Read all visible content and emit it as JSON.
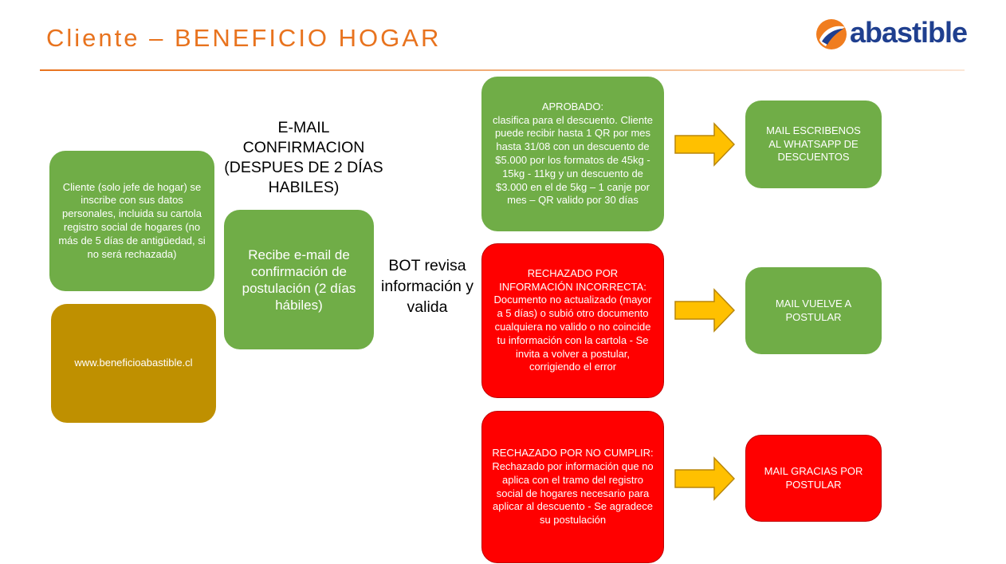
{
  "header": {
    "title": "Cliente – BENEFICIO HOGAR",
    "logo_text": "abastible",
    "accent_color": "#e8731e"
  },
  "boxes": {
    "client": "Cliente (solo jefe de hogar) se inscribe con sus datos personales, incluida su cartola registro social de hogares (no más de 5 días de antigüedad, si no será rechazada)",
    "website": "www.beneficioabastible.cl",
    "receives_email": "Recibe e-mail de confirmación de postulación (2 días hábiles)",
    "approved": "APROBADO:\nclasifica para el descuento. Cliente puede recibir hasta 1 QR por mes hasta 31/08 con un descuento de $5.000 por los formatos de 45kg - 15kg - 11kg y un descuento de $3.000 en el de 5kg – 1 canje por mes – QR valido por 30 días",
    "rejected_incorrect": "RECHAZADO POR INFORMACIÓN INCORRECTA:\nDocumento no actualizado (mayor a 5 días) o subió otro documento cualquiera no valido o no coincide tu información con la cartola - Se invita a volver a postular, corrigiendo el error",
    "rejected_not_met": "RECHAZADO POR NO CUMPLIR:\nRechazado por información que no aplica con el tramo del registro social de hogares necesario para aplicar al descuento - Se agradece su postulación",
    "mail_whatsapp": "MAIL ESCRIBENOS AL WHATSAPP DE DESCUENTOS",
    "mail_reapply": "MAIL VUELVE A POSTULAR",
    "mail_thanks": "MAIL GRACIAS POR POSTULAR"
  },
  "labels": {
    "email_confirmation": "E-MAIL CONFIRMACION\n(DESPUES DE 2 DÍAS HABILES)",
    "bot_reviews": "BOT revisa información y valida"
  },
  "colors": {
    "green": "#70ad47",
    "red": "#ff0000",
    "gold": "#bf9000",
    "arrow": "#ffc000"
  }
}
